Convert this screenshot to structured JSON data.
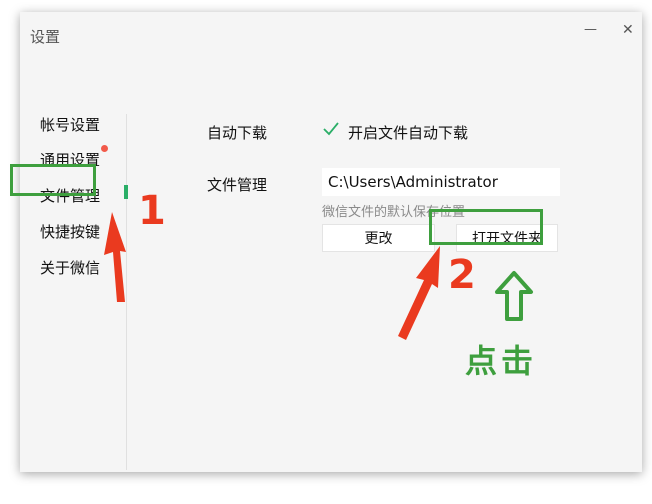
{
  "window": {
    "title": "设置",
    "minimize_label": "—",
    "close_label": "✕"
  },
  "sidebar": {
    "items": [
      {
        "label": "帐号设置"
      },
      {
        "label": "通用设置",
        "has_badge": true
      },
      {
        "label": "文件管理",
        "active": true
      },
      {
        "label": "快捷按键"
      },
      {
        "label": "关于微信"
      }
    ]
  },
  "main": {
    "auto_download_label": "自动下载",
    "auto_download_checkbox_label": "开启文件自动下载",
    "auto_download_checked": true,
    "file_management_label": "文件管理",
    "path_value": "C:\\Users\\Administrator",
    "path_hint": "微信文件的默认保存位置",
    "change_button": "更改",
    "open_folder_button": "打开文件夹"
  },
  "annotations": {
    "step_1": "1",
    "step_2": "2",
    "click_text": "点击"
  },
  "colors": {
    "highlight_green": "#3e9f3e",
    "arrow_red": "#ea3a1f",
    "checkmark_green": "#2aae67",
    "badge_red": "#f25a4a"
  }
}
